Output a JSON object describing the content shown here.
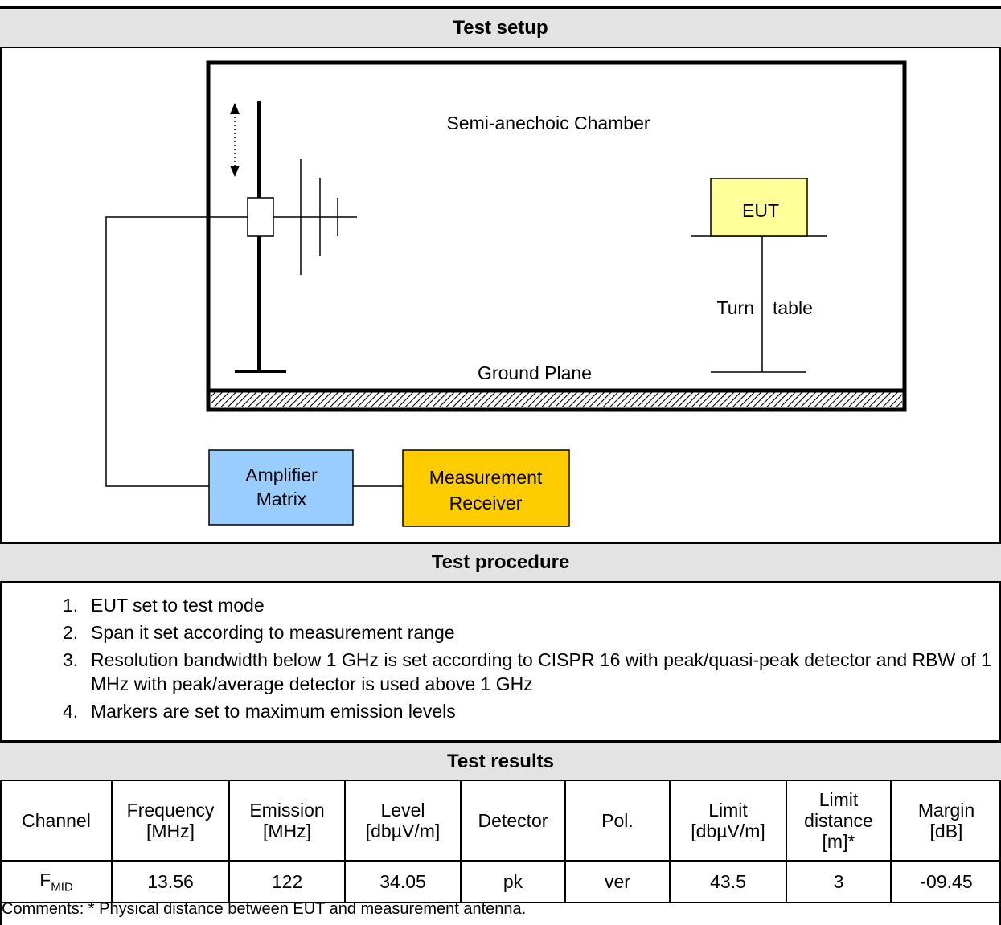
{
  "sections": {
    "setup_title": "Test setup",
    "procedure_title": "Test procedure",
    "results_title": "Test results"
  },
  "diagram": {
    "chamber_label": "Semi-anechoic Chamber",
    "eut_label": "EUT",
    "turntable_left": "Turn",
    "turntable_right": "table",
    "ground_plane_label": "Ground Plane",
    "amplifier_line1": "Amplifier",
    "amplifier_line2": "Matrix",
    "receiver_line1": "Measurement",
    "receiver_line2": "Receiver",
    "colors": {
      "eut_fill": "#ffff99",
      "amplifier_fill": "#99ccff",
      "receiver_fill": "#ffcc00",
      "header_bg": "#e3e3e3"
    }
  },
  "procedure": {
    "steps": [
      {
        "num": "1.",
        "text": "EUT set to test mode"
      },
      {
        "num": "2.",
        "text": "Span it set according to measurement range"
      },
      {
        "num": "3.",
        "text": "Resolution bandwidth below 1 GHz is set according to CISPR 16 with peak/quasi-peak detector and RBW of 1 MHz with peak/average detector is used above 1 GHz"
      },
      {
        "num": "4.",
        "text": "Markers are set to maximum emission levels"
      }
    ]
  },
  "results": {
    "headers": [
      [
        "Channel"
      ],
      [
        "Frequency",
        "[MHz]"
      ],
      [
        "Emission",
        "[MHz]"
      ],
      [
        "Level",
        "[dbµV/m]"
      ],
      [
        "Detector"
      ],
      [
        "Pol."
      ],
      [
        "Limit",
        "[dbµV/m]"
      ],
      [
        "Limit",
        "distance",
        "[m]*"
      ],
      [
        "Margin",
        "[dB]"
      ]
    ],
    "row": {
      "channel_main": "F",
      "channel_sub": "MID",
      "frequency": "13.56",
      "emission": "122",
      "level": "34.05",
      "detector": "pk",
      "pol": "ver",
      "limit": "43.5",
      "limit_distance": "3",
      "margin": "-09.45"
    },
    "comment": "Comments:  * Physical distance between EUT and measurement antenna."
  }
}
